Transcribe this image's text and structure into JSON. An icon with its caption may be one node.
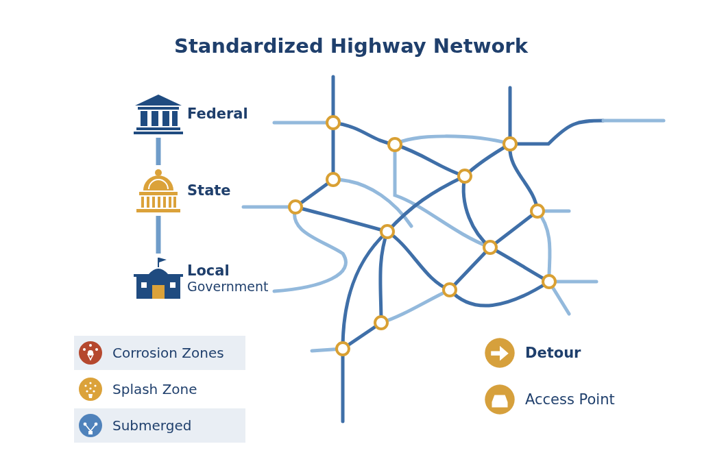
{
  "diagram": {
    "title": "Standardized Highway Network",
    "nodes": [
      {
        "text": [
          "Federal"
        ]
      },
      {
        "text": [
          "State"
        ]
      },
      {
        "text": [
          "Local",
          "Government"
        ]
      }
    ],
    "edges": [
      {
        "from": 0,
        "to": 1,
        "arrow": "none"
      },
      {
        "from": 1,
        "to": 2,
        "arrow": "none"
      }
    ],
    "legend": [
      {
        "text": "Corrosion Zones",
        "color": "#b5482e"
      },
      {
        "text": "Splash Zone",
        "color": "#dba23a"
      },
      {
        "text": "Submerged",
        "color": "#4f82bb"
      },
      {
        "text": "Detour",
        "color": "#d6a03c"
      },
      {
        "text": "Access Point",
        "color": "#d6a03c"
      }
    ]
  }
}
